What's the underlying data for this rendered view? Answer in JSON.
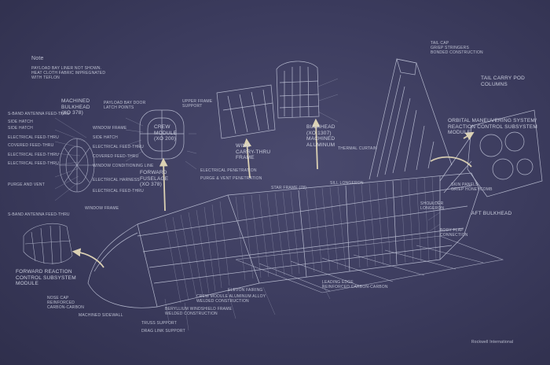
{
  "note": {
    "title": "Note",
    "body": "Payload bay liner not shown.\nHeat cloth fabric impregnated\nwith teflon"
  },
  "labels": {
    "forward_rcs": "Forward reaction\ncontrol subsystem\nmodule",
    "machined_bulkhead": "Machined\nbulkhead\n(XO 378)",
    "crew_module": "Crew\nmodule\n(XO 200)",
    "payload_bay_door_latch": "Payload bay door\nlatch points",
    "wing_carry_thru": "Wing\ncarry-thru\nframe",
    "bulkhead_xo1307": "Bulkhead\n(XO 1307)\nmachined\naluminum",
    "forward_fuselage": "Forward\nfuselage\n(XO 378)",
    "tail_cap": "Tail cap\nGr/Ep stringers\nbonded construction",
    "tail_carry_pod": "Tail carry pod\ncolumns",
    "oms_rcs_module": "Orbital maneuvering system/\nreaction control subsystem\nmodule",
    "aft_bulkhead": "Aft bulkhead",
    "sill_longeron": "Shoulder\nlongeron",
    "leading_edge": "Leading edge\nreinforced carbon-carbon",
    "machined_sidewall": "Machined sidewall",
    "truss_support": "Truss support",
    "drag_link_support": "Drag link support",
    "beryllium_windshield": "Beryllium windshield frame\nwelded construction",
    "crew_module_aluminum": "Crew module aluminum alloy\nwelded construction",
    "elevon_fairing": "Elevon fairing",
    "nose_cap": "Nose cap\nreinforced\ncarbon-carbon",
    "upper_frame": "Upper frame\nsupport",
    "electrical_penetration": "Electrical penetration",
    "purge_vent": "Purge & vent penetration",
    "star_frame": "Star frame (78)",
    "longeron_sill": "Sill longeron",
    "body_flap": "Body flap\nconnection",
    "window_frame": "Window frame",
    "honeycomb_panels": "Skin panels\nGr/Ep honeycomb",
    "thermal_curtain": "Thermal curtain",
    "signature": "Rockwell International"
  },
  "small_callouts": [
    "S-band antenna feed-thru",
    "Side hatch",
    "Side hatch",
    "Electrical feed-thru",
    "Covered feed-thru",
    "Electrical feed-thru",
    "Electrical feed-thru",
    "Purge and vent",
    "S-band antenna feed-thru",
    "Window frame",
    "Side hatch",
    "Electrical feed-thru",
    "Covered feed-thru",
    "Window conditioning line",
    "Electrical harness",
    "Electrical feed-thru"
  ],
  "colors": {
    "background": "#3b3b5d",
    "linework": "#c9cde0",
    "arrow": "#e4d9b8"
  }
}
